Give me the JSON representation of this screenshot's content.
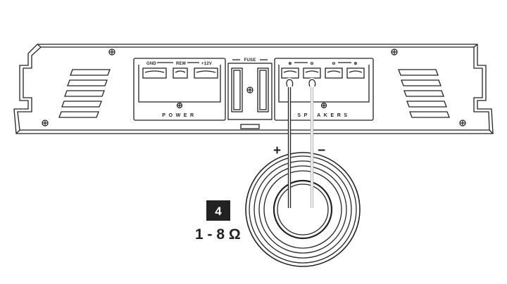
{
  "amplifier": {
    "power_terminals": [
      "GND",
      "REM",
      "+12V"
    ],
    "power_section_label": "POWER",
    "fuse_label": "FUSE",
    "speaker_terminals": [
      "⊕",
      "⊖",
      "⊖",
      "⊕"
    ],
    "speaker_section_label": "SPEAKERS"
  },
  "wiring": {
    "positive_label": "+",
    "negative_label": "−"
  },
  "badge": {
    "speaker_count": "4",
    "impedance": "1 - 8 Ω"
  },
  "colors": {
    "line": "#222222",
    "badge_bg": "#222222",
    "background": "#ffffff"
  }
}
